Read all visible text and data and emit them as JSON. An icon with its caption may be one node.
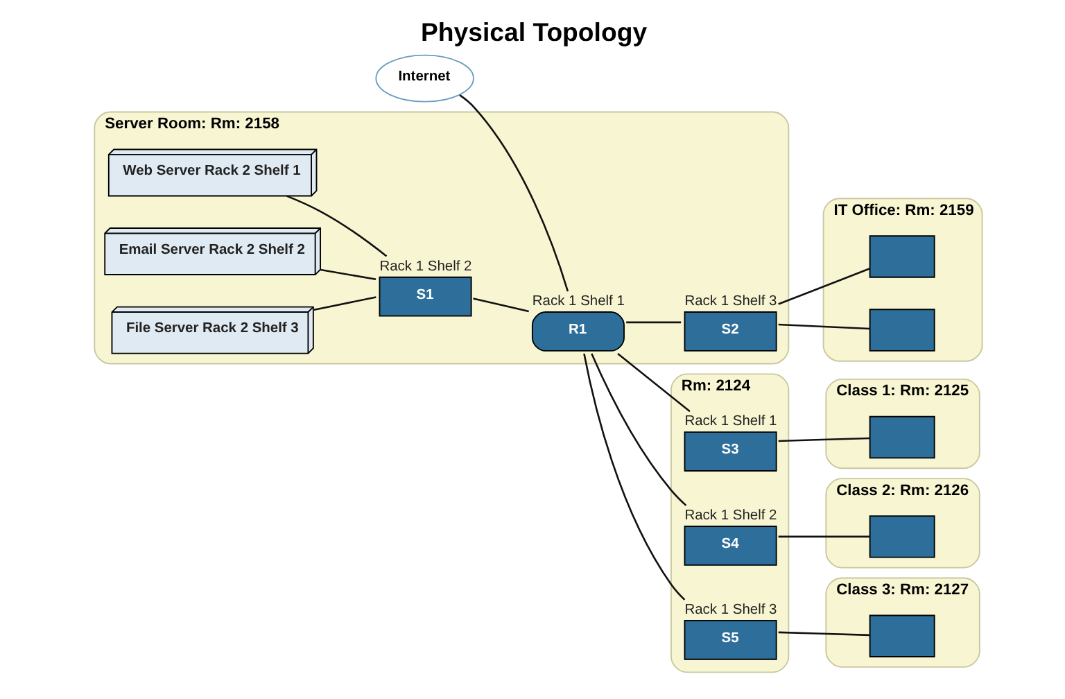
{
  "diagram": {
    "title": "Physical Topology",
    "nodes": [
      {
        "text": [
          "Internet"
        ]
      },
      {
        "text": [
          "Server Room: Rm: 2158"
        ]
      },
      {
        "text": [
          "Web Server Rack 2 Shelf 1"
        ],
        "in": 1
      },
      {
        "text": [
          "Email Server Rack 2 Shelf 2"
        ],
        "in": 1
      },
      {
        "text": [
          "File Server Rack 2 Shelf 3"
        ],
        "in": 1
      },
      {
        "text": [
          "S1"
        ],
        "beside": [
          "Rack 1 Shelf 2"
        ],
        "in": 1
      },
      {
        "text": [
          "R1"
        ],
        "beside": [
          "Rack 1 Shelf 1"
        ],
        "in": 1
      },
      {
        "text": [
          "S2"
        ],
        "beside": [
          "Rack 1 Shelf 3"
        ],
        "in": 1
      },
      {
        "text": [
          "Rm: 2124"
        ]
      },
      {
        "text": [
          "S3"
        ],
        "beside": [
          "Rack 1 Shelf 1"
        ],
        "in": 8
      },
      {
        "text": [
          "S4"
        ],
        "beside": [
          "Rack 1 Shelf 2"
        ],
        "in": 8
      },
      {
        "text": [
          "S5"
        ],
        "beside": [
          "Rack 1 Shelf 3"
        ],
        "in": 8
      },
      {
        "text": [
          "Class 1: Rm: 2125"
        ]
      },
      {
        "text": [],
        "shape": "box",
        "in": 12
      },
      {
        "text": [
          "Class 2: Rm: 2126"
        ]
      },
      {
        "text": [],
        "shape": "box",
        "in": 14
      },
      {
        "text": [
          "Class 3: Rm: 2127"
        ]
      },
      {
        "text": [],
        "shape": "box",
        "in": 16
      },
      {
        "text": [
          "IT Office: Rm: 2159"
        ]
      },
      {
        "text": [],
        "shape": "box",
        "in": 18
      },
      {
        "text": [],
        "shape": "box",
        "in": 18
      }
    ],
    "edges": [
      {
        "from": 0,
        "to": 6,
        "arrow": "none"
      },
      {
        "from": 2,
        "to": 5,
        "arrow": "none"
      },
      {
        "from": 3,
        "to": 5,
        "arrow": "none"
      },
      {
        "from": 4,
        "to": 5,
        "arrow": "none"
      },
      {
        "from": 5,
        "to": 6,
        "arrow": "none"
      },
      {
        "from": 6,
        "to": 9,
        "arrow": "none"
      },
      {
        "from": 6,
        "to": 10,
        "arrow": "none"
      },
      {
        "from": 6,
        "to": 11,
        "arrow": "none"
      },
      {
        "from": 6,
        "to": 7,
        "arrow": "none"
      },
      {
        "from": 7,
        "to": 19,
        "arrow": "none"
      },
      {
        "from": 7,
        "to": 20,
        "arrow": "none"
      },
      {
        "from": 9,
        "to": 13,
        "arrow": "none"
      },
      {
        "from": 10,
        "to": 15,
        "arrow": "none"
      },
      {
        "from": 11,
        "to": 17,
        "arrow": "none"
      }
    ]
  }
}
